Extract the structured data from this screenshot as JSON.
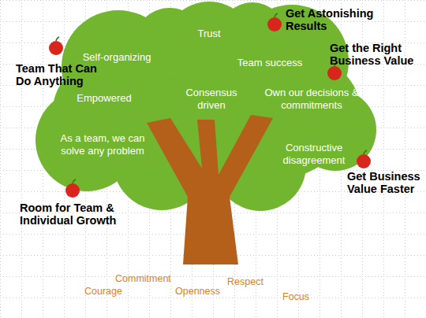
{
  "diagram": {
    "nodes": [
      {
        "text": [
          "Trust",
          "Self-organizing",
          "Team success",
          "Empowered",
          "Consensus driven",
          "Own our decisions & commitments",
          "As a team, we can solve any problem",
          "Constructive disagreement"
        ]
      }
    ],
    "labels": [
      "Get Astonishing Results",
      "Get the Right Business Value",
      "Team That Can Do Anything",
      "Get Business Value Faster",
      "Room for Team & Individual Growth",
      "Commitment",
      "Courage",
      "Respect",
      "Openness",
      "Focus"
    ]
  }
}
